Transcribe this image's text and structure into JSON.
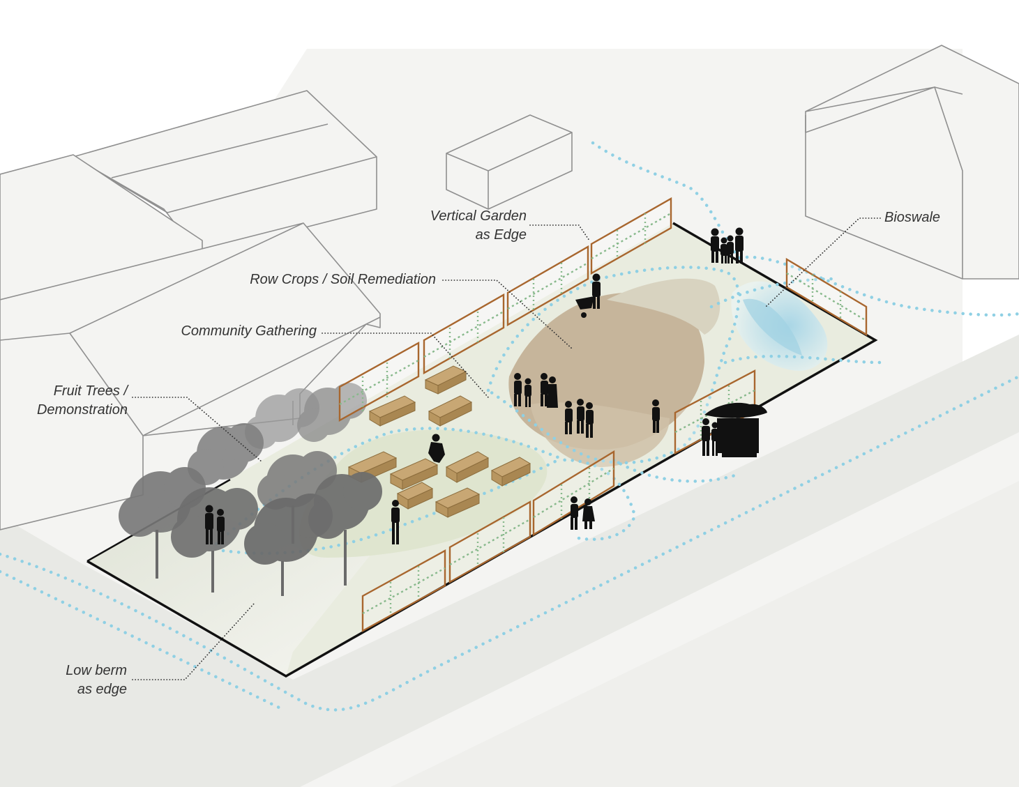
{
  "diagram": {
    "labels": {
      "vertical_garden": [
        "Vertical Garden",
        "as Edge"
      ],
      "row_crops": "Row Crops / Soil Remediation",
      "community": "Community Gathering",
      "fruit_trees": [
        "Fruit Trees /",
        "Demonstration"
      ],
      "bioswale": "Bioswale",
      "low_berm": [
        "Low berm",
        "as edge"
      ]
    },
    "colors": {
      "ground": "#f2f2f0",
      "street": "#e6e7e3",
      "lot": "#e9ecdf",
      "gathering": "#c5b49a",
      "water_flow": "#8fd0e4",
      "bioswale": "#bfe0ea",
      "trellis": "#a8662e",
      "vine": "#88b98c",
      "planter": "#c8a774",
      "silhouette": "#111111",
      "building_line": "#8a8a8a"
    }
  }
}
